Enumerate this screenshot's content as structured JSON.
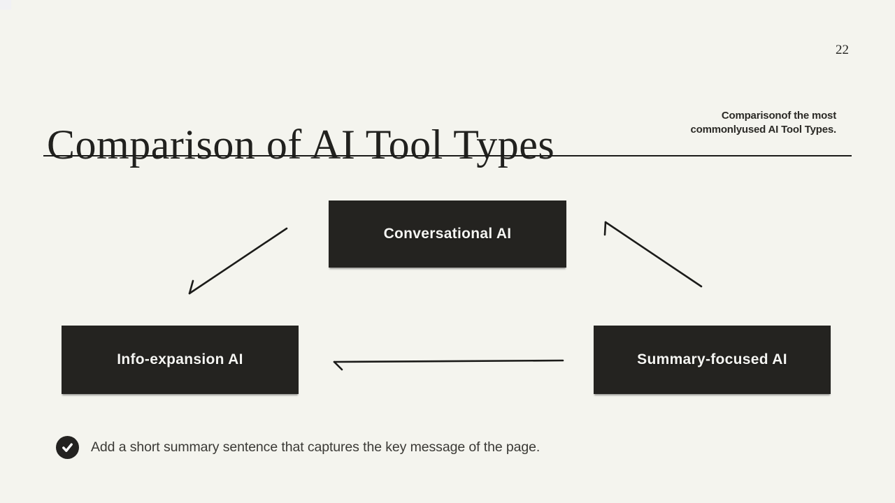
{
  "page": {
    "background_color": "#f4f4ee",
    "page_number": "22"
  },
  "header": {
    "title": "Comparison of AI Tool Types",
    "subtitle_line1": "Comparisonof the most",
    "subtitle_line2": "commonlyused AI Tool Types."
  },
  "diagram": {
    "box_color": "#242320",
    "box_text_color": "#f5f5f2",
    "arrow_color": "#1b1b19",
    "nodes": [
      {
        "id": "conversational",
        "label": "Conversational AI"
      },
      {
        "id": "info-expansion",
        "label": "Info-expansion AI"
      },
      {
        "id": "summary-focused",
        "label": "Summary-focused AI"
      }
    ],
    "arrows": [
      {
        "from": "conversational",
        "to": "info-expansion"
      },
      {
        "from": "summary-focused",
        "to": "conversational"
      },
      {
        "from": "summary-focused",
        "to": "info-expansion"
      }
    ]
  },
  "footer_note": {
    "icon": "check-circle-icon",
    "text": "Add a short summary sentence that captures the key message of the page."
  }
}
